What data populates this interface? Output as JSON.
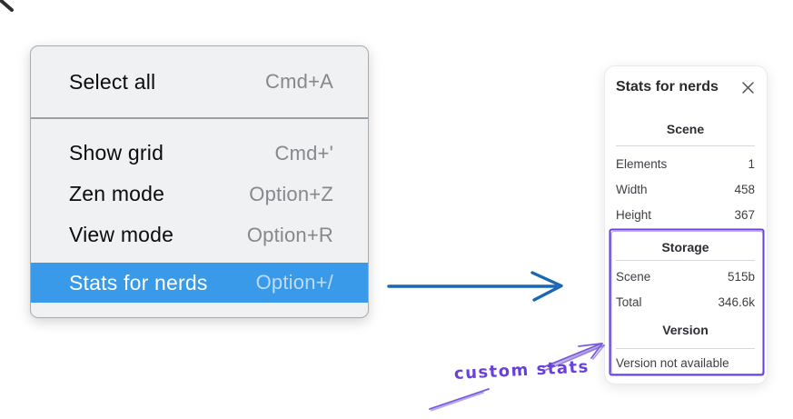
{
  "menu": {
    "items": [
      {
        "label": "Select all",
        "shortcut": "Cmd+A",
        "highlighted": false
      },
      {
        "label": "Show grid",
        "shortcut": "Cmd+'",
        "highlighted": false
      },
      {
        "label": "Zen mode",
        "shortcut": "Option+Z",
        "highlighted": false
      },
      {
        "label": "View mode",
        "shortcut": "Option+R",
        "highlighted": false
      },
      {
        "label": "Stats for nerds",
        "shortcut": "Option+/",
        "highlighted": true
      }
    ]
  },
  "panel": {
    "title": "Stats for nerds",
    "close_icon": "close-x",
    "sections": [
      {
        "title": "Scene",
        "rows": [
          {
            "label": "Elements",
            "value": "1"
          },
          {
            "label": "Width",
            "value": "458"
          },
          {
            "label": "Height",
            "value": "367"
          }
        ]
      },
      {
        "title": "Storage",
        "rows": [
          {
            "label": "Scene",
            "value": "515b"
          },
          {
            "label": "Total",
            "value": "346.6k"
          }
        ]
      },
      {
        "title": "Version",
        "note": "Version not available"
      }
    ]
  },
  "annotations": {
    "label": "custom stats"
  },
  "colors": {
    "menu_highlight": "#389ae9",
    "flow_arrow_blue": "#1b67b3",
    "annotation_purple": "#6741d9"
  }
}
